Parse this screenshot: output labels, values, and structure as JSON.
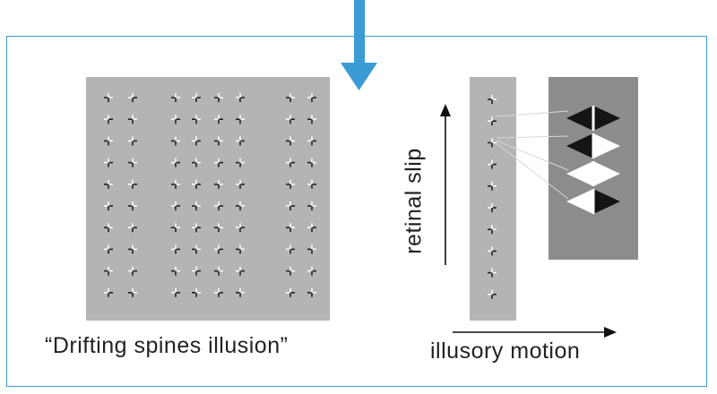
{
  "labels": {
    "illusion_name": "“Drifting spines illusion”",
    "vertical_axis": "retinal slip",
    "horizontal_axis": "illusory motion"
  },
  "colors": {
    "frame": "#3a9bd5",
    "arrow": "#3a9bd5",
    "pattern_bg": "#b4b4b4",
    "panel_bg": "#8c8c8c"
  }
}
